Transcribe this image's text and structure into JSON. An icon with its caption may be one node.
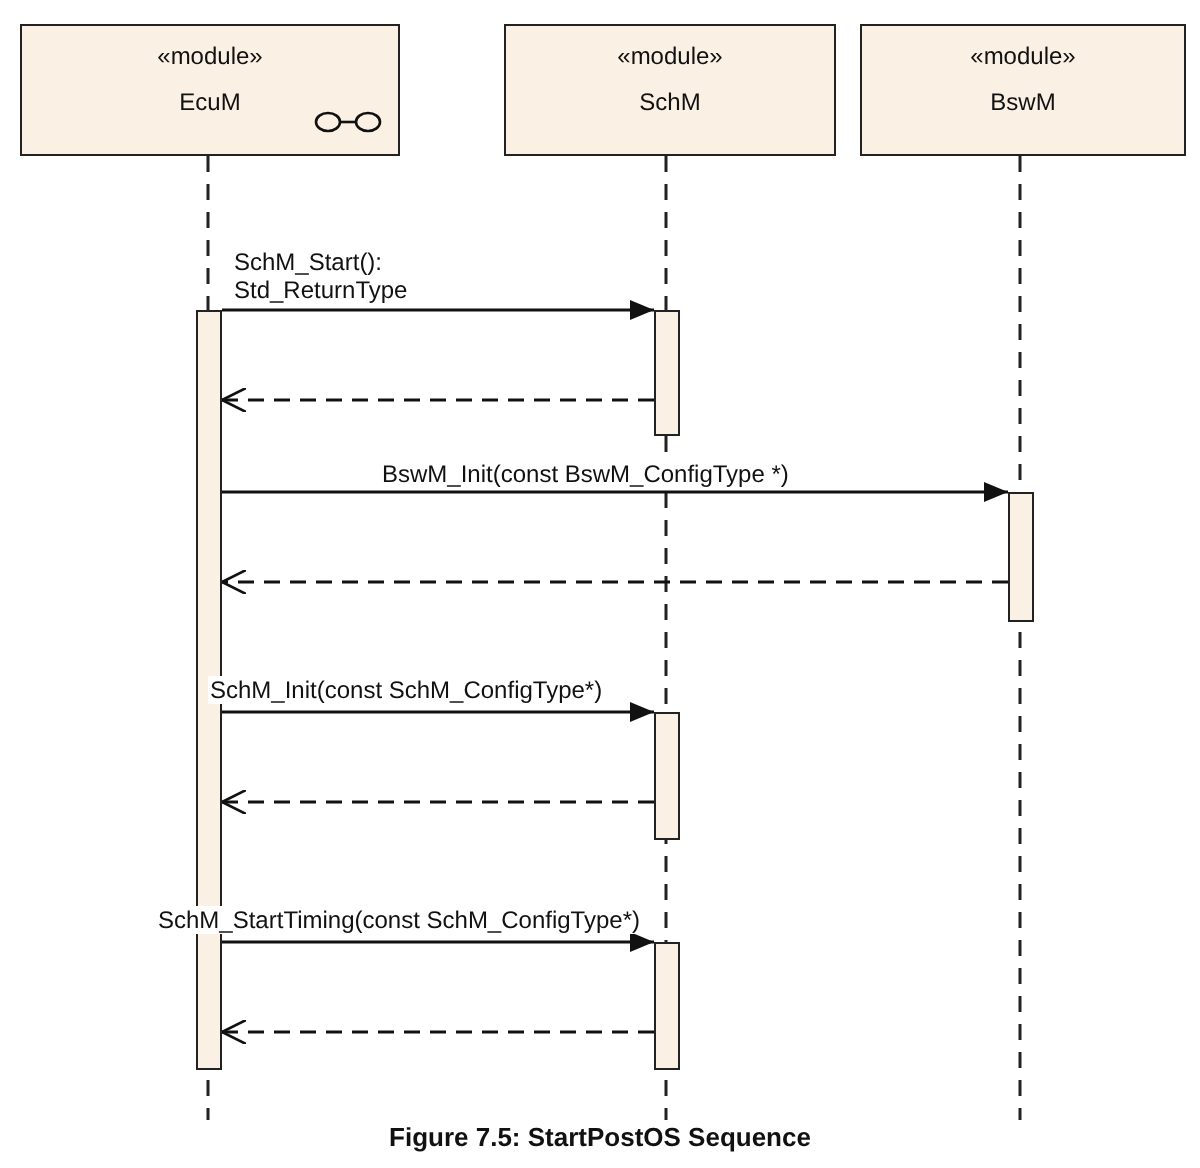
{
  "diagram": {
    "caption": "Figure 7.5: StartPostOS Sequence",
    "nodes": [
      {
        "text": [
          "«module»",
          "EcuM"
        ]
      },
      {
        "text": [
          "«module»",
          "SchM"
        ]
      },
      {
        "text": [
          "«module»",
          "BswM"
        ]
      },
      {
        "text": [],
        "shape": "bar"
      },
      {
        "text": [],
        "shape": "bar"
      },
      {
        "text": [],
        "shape": "bar"
      },
      {
        "text": [],
        "shape": "bar"
      },
      {
        "text": [],
        "shape": "bar"
      }
    ],
    "edges": [
      {
        "from": 3,
        "to": 4,
        "arrow": "to",
        "label": "SchM_Start(): Std_ReturnType"
      },
      {
        "from": 4,
        "to": 3,
        "arrow": "to",
        "style": "dashed"
      },
      {
        "from": 3,
        "to": 5,
        "arrow": "to",
        "label": "BswM_Init(const BswM_ConfigType *)"
      },
      {
        "from": 5,
        "to": 3,
        "arrow": "to",
        "style": "dashed"
      },
      {
        "from": 3,
        "to": 6,
        "arrow": "to",
        "label": "SchM_Init(const SchM_ConfigType*)"
      },
      {
        "from": 6,
        "to": 3,
        "arrow": "to",
        "style": "dashed"
      },
      {
        "from": 3,
        "to": 7,
        "arrow": "to",
        "label": "SchM_StartTiming(const SchM_ConfigType*)"
      },
      {
        "from": 7,
        "to": 3,
        "arrow": "to",
        "style": "dashed"
      }
    ]
  }
}
